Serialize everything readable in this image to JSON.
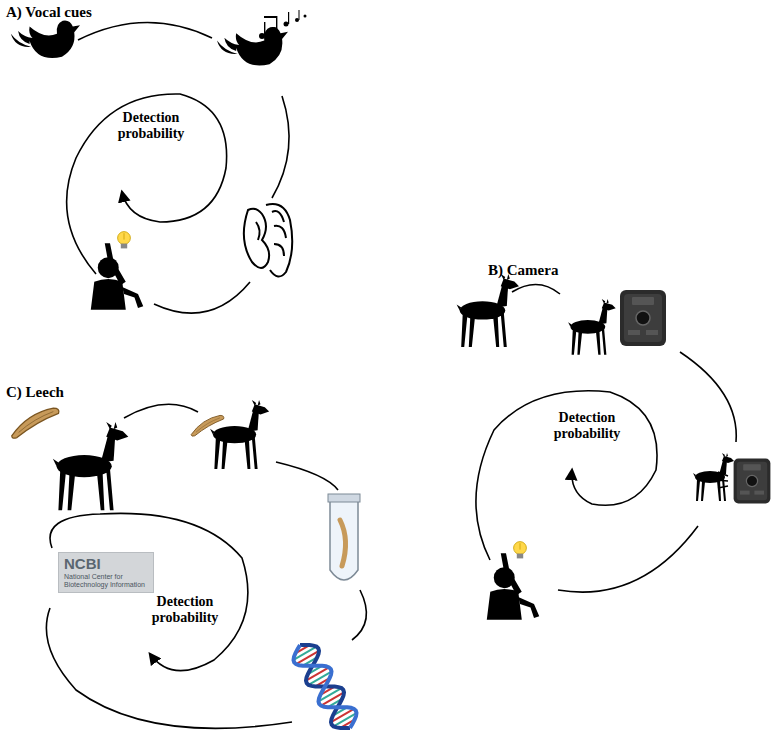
{
  "diagram": {
    "nodes": [
      {
        "text": [
          "NCBI",
          "National Center for Biotechnology Information"
        ]
      }
    ],
    "labels": [
      "A) Vocal cues",
      "Detection probability",
      "B) Camera",
      "Detection probability",
      "C) Leech",
      "Detection probability"
    ]
  }
}
